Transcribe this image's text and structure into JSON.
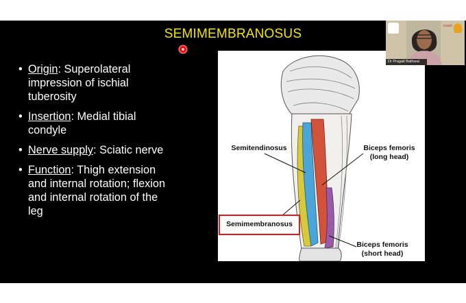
{
  "slide": {
    "title": "SEMIMEMBRANOSUS",
    "bullets": [
      {
        "term": "Origin",
        "text": ": Superolateral impression of ischial tuberosity"
      },
      {
        "term": "Insertion",
        "text": ": Medial tibial condyle"
      },
      {
        "term": "Nerve supply",
        "text": ": Sciatic nerve"
      },
      {
        "term": "Function",
        "text": ": Thigh extension and internal rotation; flexion and internal rotation of the leg"
      }
    ]
  },
  "figure": {
    "labels": {
      "semitendinosus": "Semitendinosus",
      "biceps_long_1": "Biceps femoris",
      "biceps_long_2": "(long head)",
      "semimembranosus": "Semimembranosus",
      "biceps_short_1": "Biceps femoris",
      "biceps_short_2": "(short head)"
    },
    "highlight_color": "#e8161b"
  },
  "webcam": {
    "presenter_name": "Dr Pragati Bathwal",
    "badge_text": "coach"
  },
  "colors": {
    "title": "#f2e600",
    "slide_background": "#000000",
    "semitendinosus": "#4aa6d9",
    "biceps": "#d2533a",
    "semimembranosus": "#d8c93a"
  }
}
